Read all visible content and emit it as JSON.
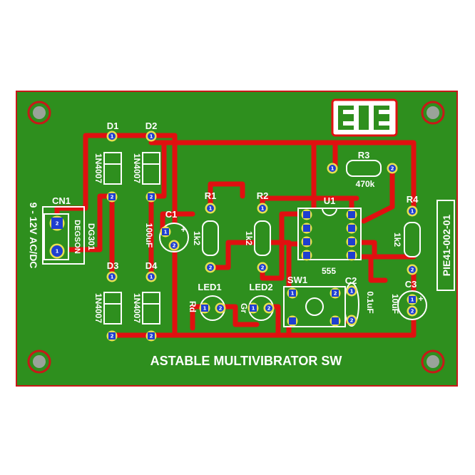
{
  "colors": {
    "background": "#ffffff",
    "board": "#2e8f1e",
    "board_edge": "#c81818",
    "copper": "#e01010",
    "pad_square": "#1f3fd0",
    "pad_ring": "#e8e050",
    "silkscreen": "#ffffff"
  },
  "board": {
    "title": "ASTABLE MULTIVIBRATOR  SW",
    "part_number": "PIE41-002-01",
    "logo": "EIE"
  },
  "connector": {
    "ref": "CN1",
    "value": "DEGSON",
    "part": "DG301",
    "supply_label": "9 - 12V  AC/DC"
  },
  "diodes": [
    {
      "ref": "D1",
      "value": "1N4007"
    },
    {
      "ref": "D2",
      "value": "1N4007"
    },
    {
      "ref": "D3",
      "value": "1N4007"
    },
    {
      "ref": "D4",
      "value": "1N4007"
    }
  ],
  "resistors": [
    {
      "ref": "R1",
      "value": "1k2"
    },
    {
      "ref": "R2",
      "value": "1k2"
    },
    {
      "ref": "R3",
      "value": "470k"
    },
    {
      "ref": "R4",
      "value": "1k2"
    }
  ],
  "capacitors": [
    {
      "ref": "C1",
      "value": "100uF"
    },
    {
      "ref": "C2",
      "value": "0.1uF"
    },
    {
      "ref": "C3",
      "value": "10uF"
    }
  ],
  "leds": [
    {
      "ref": "LED1",
      "value": "Rd"
    },
    {
      "ref": "LED2",
      "value": "Gr"
    }
  ],
  "ic": {
    "ref": "U1",
    "value": "555"
  },
  "switch": {
    "ref": "SW1"
  },
  "pin_labels": [
    "1",
    "2"
  ],
  "plus_sign": "+"
}
